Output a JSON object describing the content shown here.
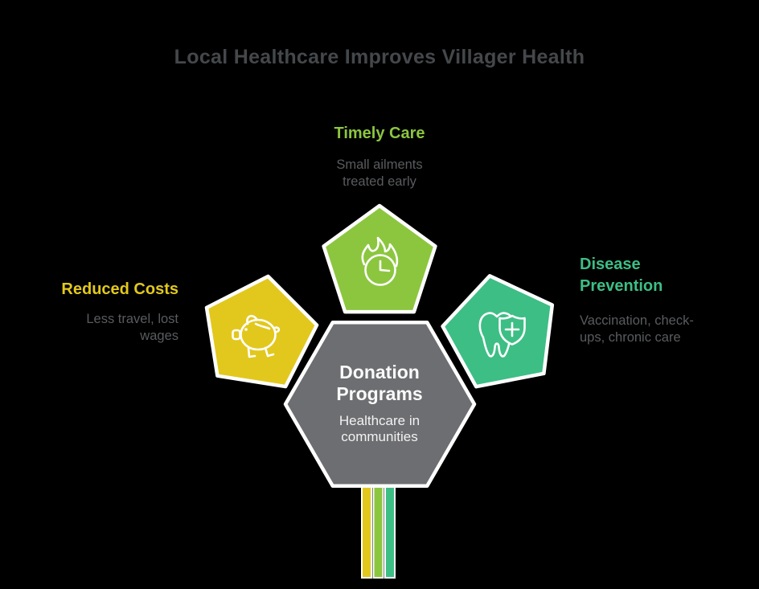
{
  "title": "Local Healthcare Improves Villager Health",
  "colors": {
    "green": "#8CC63F",
    "yellow": "#E2C81D",
    "teal": "#3DBE85",
    "hexagon_gray": "#6D6E71",
    "title_gray": "#45484B",
    "body_text_gray": "#595B5E",
    "outline_white": "#FFFFFF"
  },
  "center": {
    "title": "Donation Programs",
    "subtitle": "Healthcare in communities"
  },
  "nodes": {
    "timely_care": {
      "label": "Timely Care",
      "description": "Small ailments treated early",
      "color": "#8CC63F",
      "icon": "flame-clock-icon"
    },
    "reduced_costs": {
      "label": "Reduced Costs",
      "description": "Less travel, lost wages",
      "color": "#E2C81D",
      "icon": "piggy-bank-icon"
    },
    "disease_prevention": {
      "label": "Disease Prevention",
      "description": "Vaccination, check-ups, chronic care",
      "color": "#3DBE85",
      "icon": "tooth-shield-icon"
    }
  }
}
